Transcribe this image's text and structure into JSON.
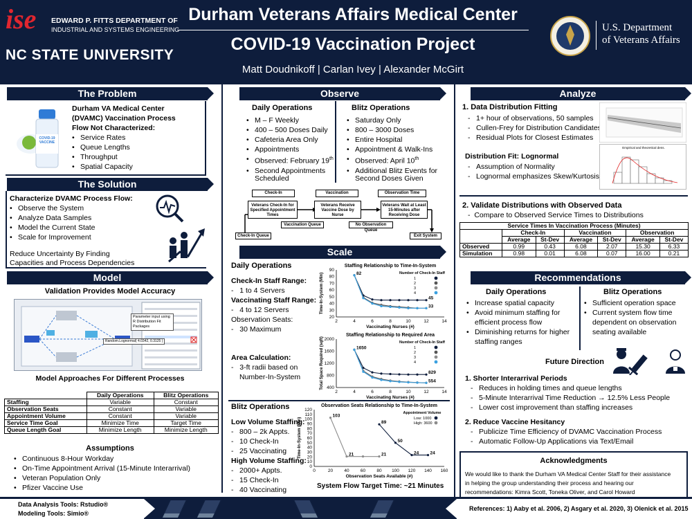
{
  "header": {
    "logo_ise": "ise",
    "dept1": "EDWARD P. FITTS DEPARTMENT OF",
    "dept2": "INDUSTRIAL AND SYSTEMS ENGINEERING",
    "university": "NC STATE UNIVERSITY",
    "title1": "Durham Veterans Affairs Medical Center",
    "title2": "COVID-19 Vaccination Project",
    "authors": "Matt Doudnikoff | Carlan Ivey | Alexander McGirt",
    "va1": "U.S. Department",
    "va2": "of Veterans Affairs"
  },
  "problem": {
    "heading": "The Problem",
    "vial_label": "COVID-19 VACCINE",
    "l1": "Durham VA Medical Center",
    "l2": "(DVAMC) Vaccination Process",
    "l3": "Flow Not Characterized:",
    "items": [
      "Service Rates",
      "Queue Lengths",
      "Throughput",
      "Spatial Capacity"
    ]
  },
  "solution": {
    "heading": "The Solution",
    "lead": "Characterize DVAMC Process Flow:",
    "items": [
      "Observe the System",
      "Analyze Data Samples",
      "Model the Current State",
      "Scale for Improvement"
    ],
    "note1": "Reduce Uncertainty By Finding",
    "note2": "Capacities and Process Dependencies"
  },
  "model": {
    "heading": "Model",
    "subtitle": "Validation Provides Model Accuracy",
    "callout1": "Parameter input using",
    "callout2": "R Distribution Fit",
    "callout3": "Packages",
    "expr": "Random.Lognormal( 4.0342, 0.3125 )",
    "table_title": "Model Approaches For Different Processes",
    "col_headers": [
      "",
      "Daily Operations",
      "Blitz Operations"
    ],
    "rows": [
      [
        "Staffing",
        "Variable",
        "Constant"
      ],
      [
        "Observation Seats",
        "Constant",
        "Variable"
      ],
      [
        "Appointment Volume",
        "Constant",
        "Variable"
      ],
      [
        "Service Time Goal",
        "Minimize Time",
        "Target Time"
      ],
      [
        "Queue Length Goal",
        "Minimize Length",
        "Minimize Length"
      ]
    ]
  },
  "assumptions": {
    "heading": "Assumptions",
    "items": [
      "Continuous 8-Hour Workday",
      "On-Time Appointment Arrival (15-Minute Interarrival)",
      "Veteran Population Only",
      "Pfizer Vaccine Use"
    ]
  },
  "tools": {
    "l1": "Data Analysis Tools: Rstudio®",
    "l2": "Modeling Tools: Simio®"
  },
  "observe": {
    "heading": "Observe",
    "daily_title": "Daily Operations",
    "daily_items": [
      "M – F Weekly",
      "400 – 500 Doses Daily",
      "Cafeteria Area Only",
      "Appointments",
      "Observed: February 19",
      "Second Appointments"
    ],
    "daily_sup": "th",
    "daily_cont": "Scheduled",
    "blitz_title": "Blitz Operations",
    "blitz_items": [
      "Saturday Only",
      "800 – 3000 Doses",
      "Entire Hospital",
      "Appointment & Walk-Ins",
      "Observed: April 10",
      "Additional Blitz Events for"
    ],
    "blitz_sup": "th",
    "blitz_cont": "Second Doses Given"
  },
  "flow": {
    "h1": "Check-In",
    "h2": "Vaccination",
    "h3": "Observation Time",
    "b1": "Veterans Check-In for Specified Appointment Times",
    "b2": "Veterans Receive Vaccine Dose by Nurse",
    "b3": "Veterans Wait at Least 15-Minutes after Receiving Dose",
    "q1": "Vaccination Queue",
    "q2": "No Observation Queue",
    "q3": "Check-In Queue",
    "q4": "Exit System"
  },
  "scale": {
    "heading": "Scale",
    "daily_title": "Daily Operations",
    "checkin_label": "Check-In Staff Range:",
    "checkin_val": "1 to 4 Servers",
    "vacc_label": "Vaccinating Staff Range:",
    "vacc_val": "4 to 12 Servers",
    "seats_label": "Observation Seats:",
    "seats_val": "30 Maximum",
    "area_label": "Area Calculation:",
    "area_val1": "3-ft radii based on",
    "area_val2": "Number-In-System",
    "blitz_title": "Blitz Operations",
    "low_label": "Low Volume Staffing:",
    "low_items": [
      "800 – 2k Appts.",
      "10 Check-In",
      "25 Vaccinating"
    ],
    "high_label": "High Volume Staffing:",
    "high_items": [
      "2000+ Appts.",
      "15 Check-In",
      "40 Vaccinating"
    ],
    "target": "System Flow Target Time: ~21 Minutes"
  },
  "analyze": {
    "heading": "Analyze",
    "s1_title": "1. Data Distribution Fitting",
    "s1_items": [
      "1+ hour of observations, 50 samples",
      "Cullen-Frey for Distribution Candidates",
      "Residual Plots for Closest Estimates"
    ],
    "fit_title": "Distribution Fit: Lognormal",
    "fit_items": [
      "Assumption of Normality",
      "Lognormal emphasizes Skew/Kurtosis"
    ],
    "hist_title": "Empirical and theoretical dens.",
    "s2_title": "2. Validate Distributions with Observed Data",
    "s2_item": "Compare to Observed Service Times to Distributions",
    "table_title": "Service Times In Vaccination Process (Minutes)",
    "groups": [
      "Check-In",
      "Vaccination",
      "Observation"
    ],
    "subheads": [
      "Average",
      "St-Dev",
      "Average",
      "St-Dev",
      "Average",
      "St-Dev"
    ],
    "rows": [
      {
        "label": "Observed",
        "vals": [
          "0.99",
          "0.43",
          "6.08",
          "2.07",
          "15.30",
          "6.33"
        ]
      },
      {
        "label": "Simulation",
        "vals": [
          "0.98",
          "0.01",
          "6.08",
          "0.07",
          "16.00",
          "0.21"
        ]
      }
    ]
  },
  "recs": {
    "heading": "Recommendations",
    "daily_title": "Daily Operations",
    "daily_items": [
      "Increase spatial capacity",
      "Avoid minimum staffing for",
      "Diminishing returns for higher"
    ],
    "daily_cont1": "efficient process flow",
    "daily_cont2": "staffing ranges",
    "blitz_title": "Blitz Operations",
    "blitz_items": [
      "Sufficient operation space",
      "Current system flow time"
    ],
    "blitz_cont1": "dependent on observation",
    "blitz_cont2": "seating available",
    "future_title": "Future Direction",
    "f1_title": "1. Shorter Interarrival Periods",
    "f1_items": [
      "Reduces in holding times and queue lengths",
      "5-Minute Interarrival Time Reduction → 12.5% Less People",
      "Lower cost improvement than staffing increases"
    ],
    "f2_title": "2. Reduce Vaccine Hesitancy",
    "f2_items": [
      "Publicize Time Efficiency of DVAMC Vaccination Process",
      "Automatic Follow-Up Applications via Text/Email"
    ]
  },
  "ack": {
    "heading": "Acknowledgments",
    "l1": "We would like to thank the Durham VA Medical Center Staff for their assistance",
    "l2": "in helping the group understanding their process and hearing our",
    "l3": "recommendations: Kimra Scott, Toneka Oliver, and Carol Howard"
  },
  "refs": "References: 1) Aaby et al. 2006, 2) Asgary et al. 2020, 3) Olenick et al. 2015",
  "chart_data": [
    {
      "type": "line",
      "title": "Staffing Relationship to Time-In-System",
      "xlabel": "Vaccinating Nurses (#)",
      "ylabel": "Time-In-System (Min)",
      "xlim": [
        2,
        14
      ],
      "ylim": [
        20,
        90
      ],
      "xticks": [
        2,
        4,
        6,
        8,
        10,
        12,
        14
      ],
      "yticks": [
        20,
        30,
        40,
        50,
        60,
        70,
        80,
        90
      ],
      "legend_title": "Number of Check-In Staff",
      "series": [
        {
          "name": "1",
          "color": "#0e1d3c",
          "points": [
            [
              4,
              82
            ],
            [
              5,
              52
            ],
            [
              6,
              46
            ],
            [
              7,
              45
            ],
            [
              8,
              45
            ],
            [
              9,
              45
            ],
            [
              10,
              45
            ],
            [
              11,
              45
            ],
            [
              12,
              45
            ]
          ]
        },
        {
          "name": "2",
          "color": "#555555",
          "points": [
            [
              4,
              82
            ],
            [
              5,
              49
            ],
            [
              6,
              41
            ],
            [
              7,
              38
            ],
            [
              8,
              36
            ],
            [
              9,
              35
            ],
            [
              10,
              34
            ],
            [
              11,
              33
            ],
            [
              12,
              33
            ]
          ]
        },
        {
          "name": "3",
          "color": "#8c8c8c",
          "points": [
            [
              4,
              82
            ],
            [
              5,
              48
            ],
            [
              6,
              40
            ],
            [
              7,
              37
            ],
            [
              8,
              35
            ],
            [
              9,
              34
            ],
            [
              10,
              33
            ],
            [
              11,
              33
            ],
            [
              12,
              33
            ]
          ]
        },
        {
          "name": "4",
          "color": "#3aa0e0",
          "points": [
            [
              4,
              82
            ],
            [
              5,
              48
            ],
            [
              6,
              40
            ],
            [
              7,
              36
            ],
            [
              8,
              35
            ],
            [
              9,
              34
            ],
            [
              10,
              33
            ],
            [
              11,
              33
            ],
            [
              12,
              33
            ]
          ]
        }
      ],
      "labels": [
        {
          "x": 4,
          "y": 82,
          "text": "82"
        },
        {
          "x": 12,
          "y": 45,
          "text": "45"
        },
        {
          "x": 12,
          "y": 33,
          "text": "33"
        }
      ]
    },
    {
      "type": "line",
      "title": "Staffing Relationship to Required Area",
      "xlabel": "Vaccinating Nurses (#)",
      "ylabel": "Total Space Required (sqft)",
      "xlim": [
        2,
        14
      ],
      "ylim": [
        400,
        2000
      ],
      "xticks": [
        2,
        4,
        6,
        8,
        10,
        12,
        14
      ],
      "yticks": [
        400,
        800,
        1200,
        1600,
        2000
      ],
      "legend_title": "Number of Check-In Staff",
      "series": [
        {
          "name": "1",
          "color": "#0e1d3c",
          "points": [
            [
              4,
              1650
            ],
            [
              5,
              1050
            ],
            [
              6,
              900
            ],
            [
              7,
              860
            ],
            [
              8,
              845
            ],
            [
              9,
              835
            ],
            [
              10,
              830
            ],
            [
              11,
              829
            ],
            [
              12,
              829
            ]
          ]
        },
        {
          "name": "2",
          "color": "#555555",
          "points": [
            [
              4,
              1650
            ],
            [
              5,
              950
            ],
            [
              6,
              760
            ],
            [
              7,
              680
            ],
            [
              8,
              630
            ],
            [
              9,
              600
            ],
            [
              10,
              580
            ],
            [
              11,
              565
            ],
            [
              12,
              554
            ]
          ]
        },
        {
          "name": "3",
          "color": "#8c8c8c",
          "points": [
            [
              4,
              1650
            ],
            [
              5,
              930
            ],
            [
              6,
              740
            ],
            [
              7,
              660
            ],
            [
              8,
              620
            ],
            [
              9,
              590
            ],
            [
              10,
              575
            ],
            [
              11,
              560
            ],
            [
              12,
              554
            ]
          ]
        },
        {
          "name": "4",
          "color": "#3aa0e0",
          "points": [
            [
              4,
              1650
            ],
            [
              5,
              920
            ],
            [
              6,
              730
            ],
            [
              7,
              650
            ],
            [
              8,
              610
            ],
            [
              9,
              585
            ],
            [
              10,
              570
            ],
            [
              11,
              560
            ],
            [
              12,
              554
            ]
          ]
        }
      ],
      "labels": [
        {
          "x": 4,
          "y": 1650,
          "text": "1650"
        },
        {
          "x": 12,
          "y": 829,
          "text": "829"
        },
        {
          "x": 12,
          "y": 554,
          "text": "554"
        }
      ]
    },
    {
      "type": "line",
      "title": "Observation Seats Relationship to Time-In-System",
      "xlabel": "Observation Seats Available (#)",
      "ylabel": "Time-In-System (Min)",
      "xlim": [
        0,
        160
      ],
      "ylim": [
        0,
        120
      ],
      "xticks": [
        0,
        20,
        40,
        60,
        80,
        100,
        120,
        140,
        160
      ],
      "yticks": [
        0,
        10,
        20,
        30,
        40,
        50,
        60,
        70,
        80,
        90,
        100,
        110,
        120
      ],
      "legend_title": "Appointment Volume",
      "series": [
        {
          "name": "Low: 1000",
          "color": "#0e1d3c",
          "points": [
            [
              80,
              89
            ],
            [
              100,
              50
            ],
            [
              120,
              24
            ],
            [
              140,
              24
            ]
          ]
        },
        {
          "name": "High: 3600",
          "color": "#8c8c8c",
          "points": [
            [
              20,
              103
            ],
            [
              40,
              21
            ],
            [
              60,
              21
            ],
            [
              80,
              21
            ]
          ]
        }
      ],
      "labels": [
        {
          "x": 20,
          "y": 103,
          "text": "103"
        },
        {
          "x": 40,
          "y": 21,
          "text": "21"
        },
        {
          "x": 80,
          "y": 21,
          "text": "21"
        },
        {
          "x": 80,
          "y": 89,
          "text": "89"
        },
        {
          "x": 100,
          "y": 50,
          "text": "50"
        },
        {
          "x": 120,
          "y": 24,
          "text": "24"
        },
        {
          "x": 140,
          "y": 24,
          "text": "24"
        }
      ]
    }
  ]
}
